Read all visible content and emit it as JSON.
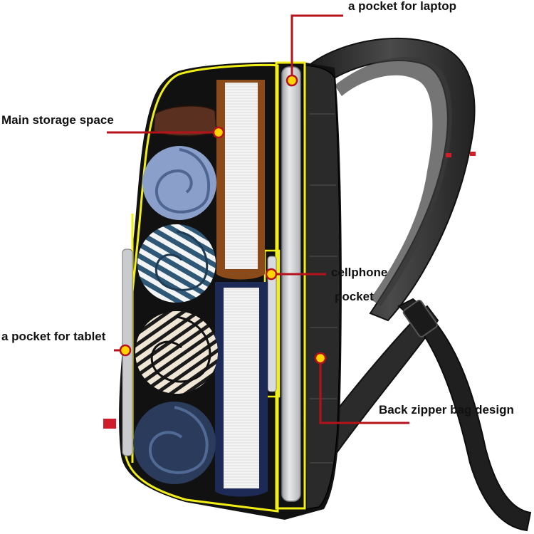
{
  "labels": {
    "laptop_pocket": "a pocket for laptop",
    "main_storage": "Main storage space",
    "cellphone_line1": "cellphone",
    "cellphone_line2": "pocket",
    "tablet_pocket": "a pocket for tablet",
    "back_zipper": "Back zipper bag design"
  },
  "colors": {
    "callout_line": "#b5121b",
    "outline": "#f2ef16",
    "marker_fill": "#ffd400",
    "bag_body": "#111111",
    "strap": "#2a2a2a"
  },
  "icons": {
    "callout_marker": "yellow-dot-icon"
  }
}
